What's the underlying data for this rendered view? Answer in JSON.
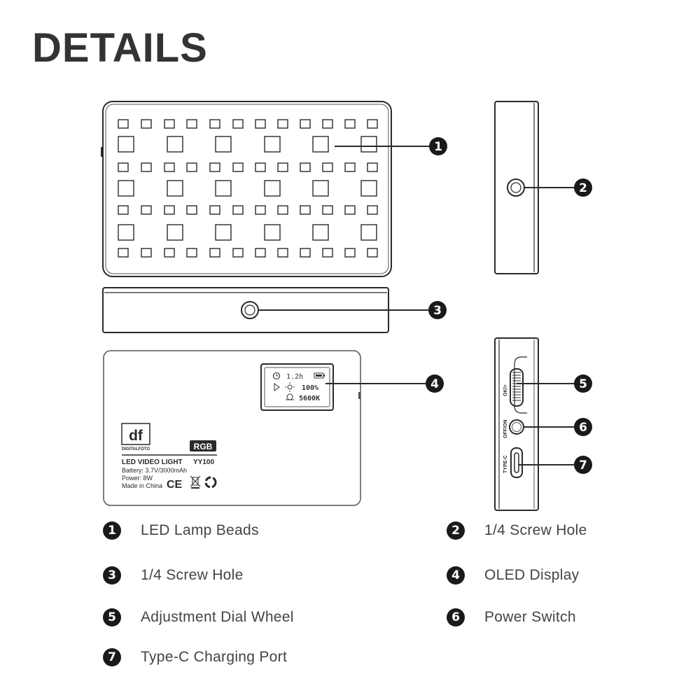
{
  "title": "DETAILS",
  "callout_numbers": [
    "1",
    "2",
    "3",
    "4",
    "5",
    "6",
    "7"
  ],
  "display": {
    "time": "1.2h",
    "brightness": "100%",
    "temperature": "5600K"
  },
  "label": {
    "brand_logo": "df",
    "brand_name": "DIGITALFOTO",
    "rgb": "RGB",
    "product": "LED VIDEO LIGHT",
    "model": "YY100",
    "battery": "Battery: 3.7V/3000mAh",
    "power": "Power: 8W",
    "origin": "Made in China",
    "cert": "CE"
  },
  "side_labels": {
    "dial": "OK/>",
    "switch": "OFF/ON",
    "port": "TYPE-C"
  },
  "legend": [
    {
      "num": "1",
      "text": "LED Lamp Beads"
    },
    {
      "num": "2",
      "text": "1/4 Screw Hole"
    },
    {
      "num": "3",
      "text": "1/4 Screw Hole"
    },
    {
      "num": "4",
      "text": "OLED Display"
    },
    {
      "num": "5",
      "text": "Adjustment Dial Wheel"
    },
    {
      "num": "6",
      "text": "Power Switch"
    },
    {
      "num": "7",
      "text": "Type-C Charging Port"
    }
  ],
  "colors": {
    "line": "#2a2a2a",
    "badge": "#1a1a1a"
  }
}
